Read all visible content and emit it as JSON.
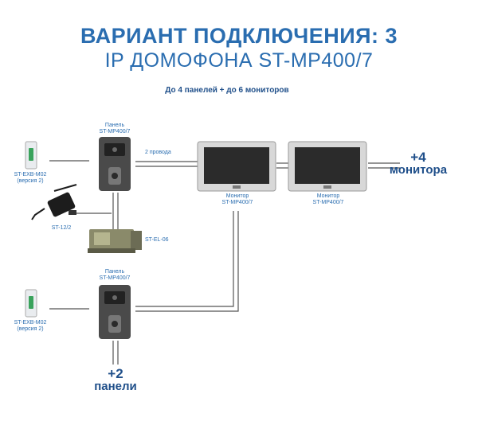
{
  "title_line1": "ВАРИАНТ ПОДКЛЮЧЕНИЯ: 3",
  "title_line2": "IP ДОМОФОНА ST-MP400/7",
  "subtitle": "До 4 панелей + до 6 мониторов",
  "panel_top": {
    "line1": "Панель",
    "line2": "ST-MP400/7"
  },
  "panel_bottom": {
    "line1": "Панель",
    "line2": "ST-MP400/7"
  },
  "wire_label": "2 провода",
  "monitor1": {
    "line1": "Монитор",
    "line2": "ST-MP400/7"
  },
  "monitor2": {
    "line1": "Монитор",
    "line2": "ST-MP400/7"
  },
  "exit_button_top": {
    "line1": "ST-EXB-M02",
    "line2": "(версия 2)"
  },
  "exit_button_bottom": {
    "line1": "ST-EXB-M02",
    "line2": "(версия 2)"
  },
  "power_supply": "ST-12/2",
  "lock": "ST-EL-06",
  "extra_monitors": {
    "line1": "+4",
    "line2": "монитора"
  },
  "extra_panels": {
    "line1": "+2",
    "line2": "панели"
  },
  "colors": {
    "title": "#2a6db0",
    "accent": "#1f4f8a",
    "wire": "#555555"
  }
}
